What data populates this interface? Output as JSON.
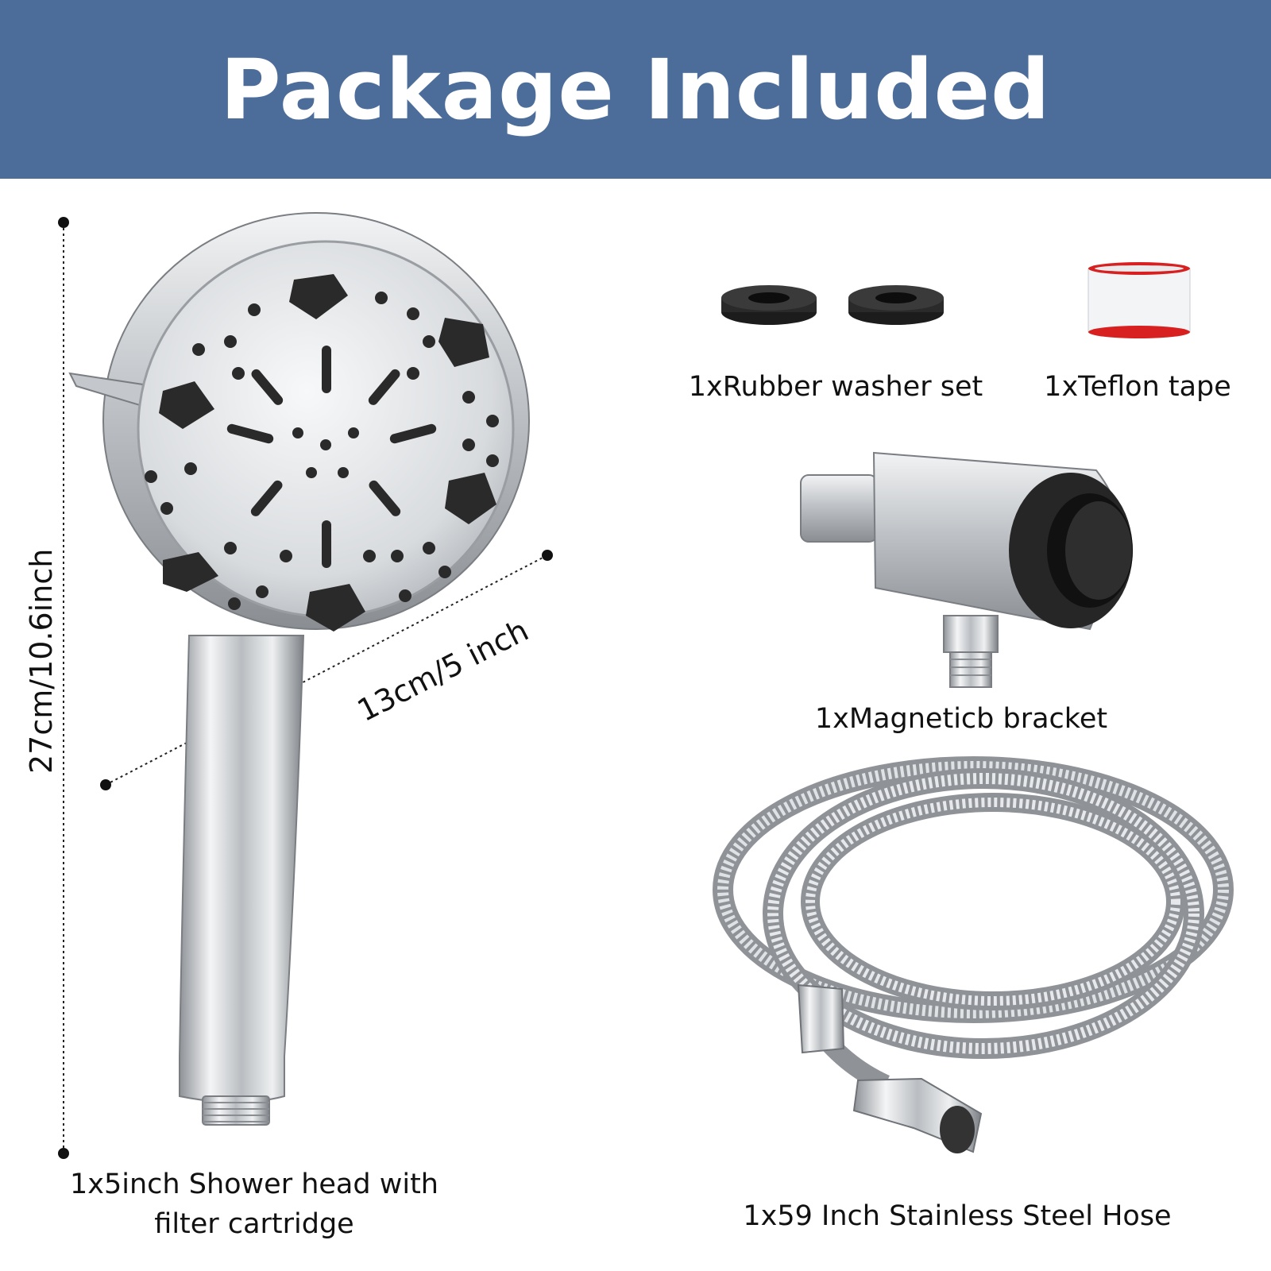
{
  "banner": {
    "title": "Package Included",
    "color": "#4c6d9a"
  },
  "dimensions": {
    "height_label": "27cm/10.6inch",
    "width_label": "13cm/5 inch"
  },
  "items": [
    {
      "name": "shower-head",
      "label_line1": "1x5inch Shower head with",
      "label_line2": "filter cartridge"
    },
    {
      "name": "rubber-washer",
      "label": "1xRubber washer set"
    },
    {
      "name": "teflon-tape",
      "label": "1xTeflon tape"
    },
    {
      "name": "magnetic-bracket",
      "label": "1xMagneticb bracket"
    },
    {
      "name": "hose",
      "label": "1x59 Inch Stainless Steel Hose"
    }
  ],
  "colors": {
    "chrome": "#c9ccd0",
    "rubber": "#2a2a2a",
    "tape_edge": "#d82020"
  }
}
